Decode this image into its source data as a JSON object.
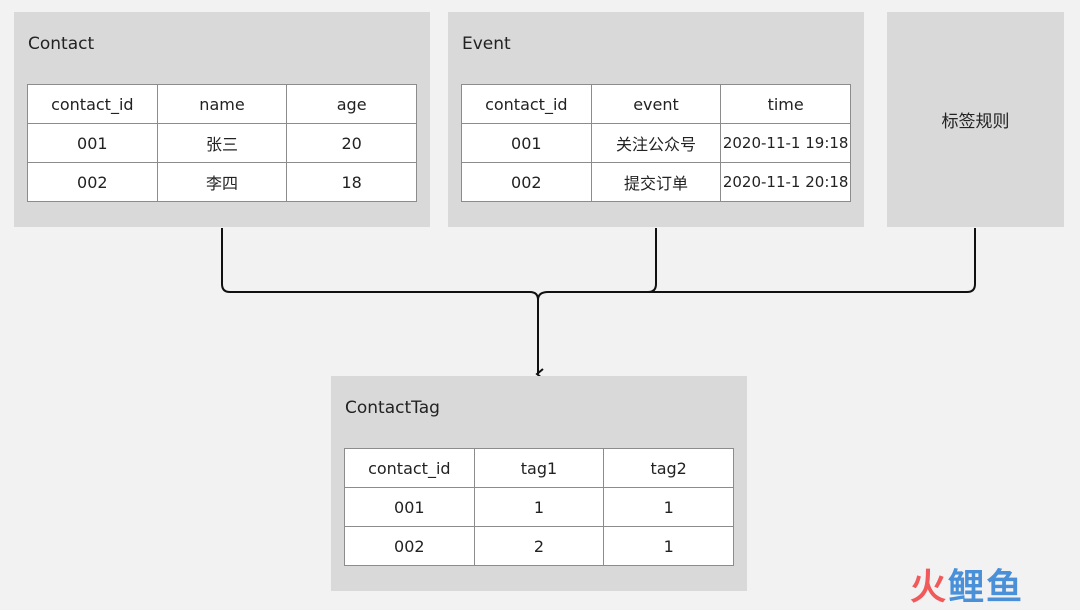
{
  "contact": {
    "title": "Contact",
    "headers": [
      "contact_id",
      "name",
      "age"
    ],
    "rows": [
      [
        "001",
        "张三",
        "20"
      ],
      [
        "002",
        "李四",
        "18"
      ]
    ]
  },
  "event": {
    "title": "Event",
    "headers": [
      "contact_id",
      "event",
      "time"
    ],
    "rows": [
      [
        "001",
        "关注公众号",
        "2020-11-1 19:18"
      ],
      [
        "002",
        "提交订单",
        "2020-11-1 20:18"
      ]
    ]
  },
  "rules": {
    "label": "标签规则"
  },
  "contact_tag": {
    "title": "ContactTag",
    "headers": [
      "contact_id",
      "tag1",
      "tag2"
    ],
    "rows": [
      [
        "001",
        "1",
        "1"
      ],
      [
        "002",
        "2",
        "1"
      ]
    ]
  },
  "watermark": {
    "part1": "火",
    "part2": "鲤鱼"
  }
}
